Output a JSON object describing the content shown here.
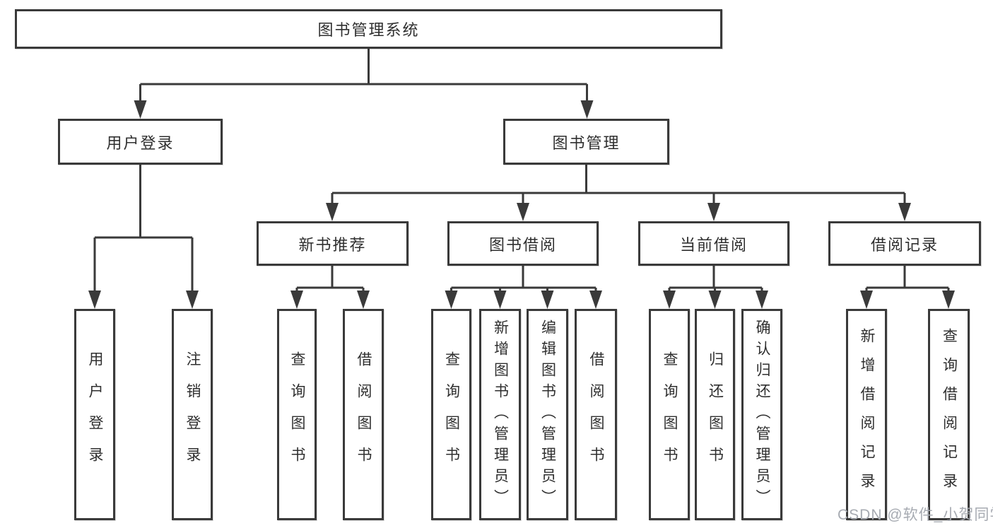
{
  "diagram": {
    "root": {
      "label": "图书管理系统"
    },
    "branches": {
      "user_login": {
        "label": "用户登录",
        "children": [
          "用户登录",
          "注销登录"
        ]
      },
      "book_mgmt": {
        "label": "图书管理"
      }
    },
    "modules": [
      {
        "label": "新书推荐",
        "children": [
          "查询图书",
          "借阅图书"
        ]
      },
      {
        "label": "图书借阅",
        "children": [
          "查询图书",
          "新增图书（管理员）",
          "编辑图书（管理员）",
          "借阅图书"
        ]
      },
      {
        "label": "当前借阅",
        "children": [
          "查询图书",
          "归还图书",
          "确认归还（管理员）"
        ]
      },
      {
        "label": "借阅记录",
        "children": [
          "新增借阅记录",
          "查询借阅记录"
        ]
      }
    ],
    "watermark": "CSDN @软件_小贺同学",
    "colors": {
      "line": "#3a3a3a",
      "text": "#2f2f2f",
      "watermark": "#a7abb2",
      "background": "#ffffff"
    }
  }
}
